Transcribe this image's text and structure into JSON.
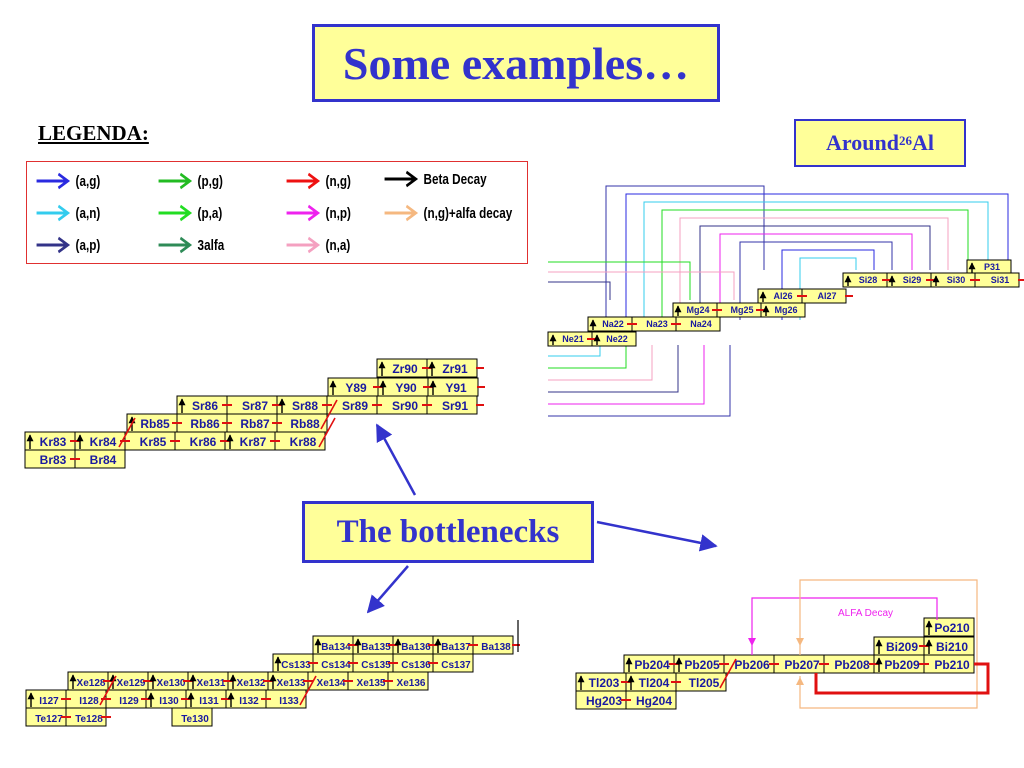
{
  "title": "Some examples…",
  "legend_heading": "LEGENDA:",
  "legend": [
    {
      "label": "(a,g)",
      "color": "#2a2ae0",
      "icon": "arrow-right-icon"
    },
    {
      "label": "(p,g)",
      "color": "#22bb22",
      "icon": "arrow-right-icon"
    },
    {
      "label": "(n,g)",
      "color": "#ee1111",
      "icon": "arrow-right-icon"
    },
    {
      "label": "Beta Decay",
      "color": "#000000",
      "icon": "arrow-right-icon"
    },
    {
      "label": "(a,n)",
      "color": "#33ccee",
      "icon": "arrow-right-icon"
    },
    {
      "label": "(p,a)",
      "color": "#22dd22",
      "icon": "arrow-right-icon"
    },
    {
      "label": "(n,p)",
      "color": "#ee22ee",
      "icon": "arrow-right-icon"
    },
    {
      "label": "(n,g)+alfa decay",
      "color": "#f5b880",
      "icon": "arrow-right-icon"
    },
    {
      "label": "(a,p)",
      "color": "#333388",
      "icon": "arrow-right-icon"
    },
    {
      "label": "3alfa",
      "color": "#2e8b57",
      "icon": "arrow-right-icon"
    },
    {
      "label": "(n,a)",
      "color": "#f4a0c0",
      "icon": "arrow-right-icon"
    }
  ],
  "around_label": {
    "prefix": "Around ",
    "mass": "26",
    "element": "Al"
  },
  "bottlenecks_label": "The bottlenecks",
  "alfa_decay_label": "ALFA Decay",
  "chart_kr": {
    "r5": [
      "Zr90",
      "Zr91"
    ],
    "r4": [
      "Y89",
      "Y90",
      "Y91"
    ],
    "r3": [
      "Sr86",
      "Sr87",
      "Sr88",
      "Sr89",
      "Sr90",
      "Sr91"
    ],
    "r2": [
      "Rb85",
      "Rb86",
      "Rb87",
      "Rb88"
    ],
    "r1": [
      "Kr83",
      "Kr84",
      "Kr85",
      "Kr86",
      "Kr87",
      "Kr88"
    ],
    "r0": [
      "Br83",
      "Br84"
    ]
  },
  "chart_xe": {
    "r5": [
      "Ba134",
      "Ba135",
      "Ba136",
      "Ba137",
      "Ba138"
    ],
    "r4": [
      "Cs133",
      "Cs134",
      "Cs135",
      "Cs136",
      "Cs137"
    ],
    "r3": [
      "Xe128",
      "Xe129",
      "Xe130",
      "Xe131",
      "Xe132",
      "Xe133",
      "Xe134",
      "Xe135",
      "Xe136"
    ],
    "r2": [
      "I127",
      "I128",
      "I129",
      "I130",
      "I131",
      "I132",
      "I133"
    ],
    "r1": [
      "Te127",
      "Te128",
      "Te130"
    ]
  },
  "chart_pb": {
    "r4": [
      "Po210"
    ],
    "r3": [
      "Bi209",
      "Bi210"
    ],
    "r2": [
      "Pb204",
      "Pb205",
      "Pb206",
      "Pb207",
      "Pb208",
      "Pb209",
      "Pb210"
    ],
    "r1": [
      "Tl203",
      "Tl204",
      "Tl205"
    ],
    "r0": [
      "Hg203",
      "Hg204"
    ]
  },
  "chart_al": {
    "r5": [
      "P31"
    ],
    "r4": [
      "Si28",
      "Si29",
      "Si30",
      "Si31"
    ],
    "r3": [
      "Al26",
      "Al27"
    ],
    "r2": [
      "Mg24",
      "Mg25",
      "Mg26"
    ],
    "r1": [
      "Na22",
      "Na23",
      "Na24"
    ],
    "r0": [
      "Ne21",
      "Ne22"
    ]
  }
}
